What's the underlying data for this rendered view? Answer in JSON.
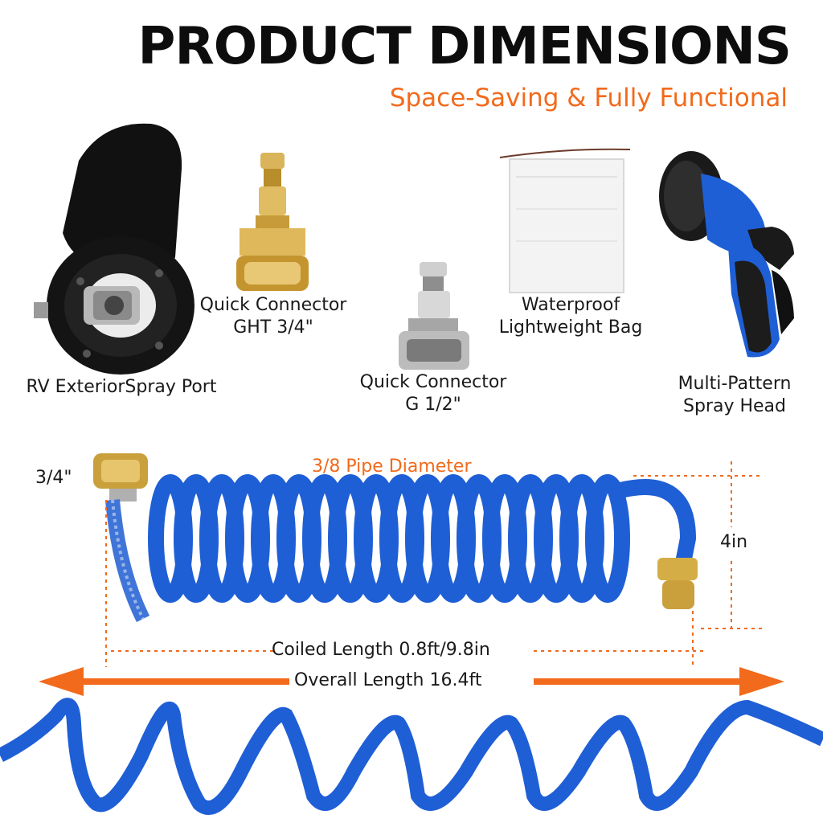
{
  "header": {
    "title": "PRODUCT DIMENSIONS",
    "subtitle": "Space-Saving & Fully Functional"
  },
  "products": {
    "spray_port": {
      "label": "RV ExteriorSpray Port"
    },
    "connector_ght": {
      "line1": "Quick Connector",
      "line2": "GHT 3/4\""
    },
    "connector_g": {
      "line1": "Quick Connector",
      "line2": "G 1/2\""
    },
    "bag": {
      "line1": "Waterproof",
      "line2": "Lightweight  Bag"
    },
    "spray_head": {
      "line1": "Multi-Pattern",
      "line2": "Spray Head"
    }
  },
  "dimensions": {
    "fitting_size": "3/4\"",
    "pipe_diameter": "3/8 Pipe Diameter",
    "coil_height": "4in",
    "coiled_length": "Coiled Length 0.8ft/9.8in",
    "overall_length": "Overall Length 16.4ft"
  },
  "colors": {
    "accent": "#f26a1b",
    "hose_blue": "#1f5fd6",
    "brass": "#c9a03c",
    "dark": "#0d0d0d"
  }
}
